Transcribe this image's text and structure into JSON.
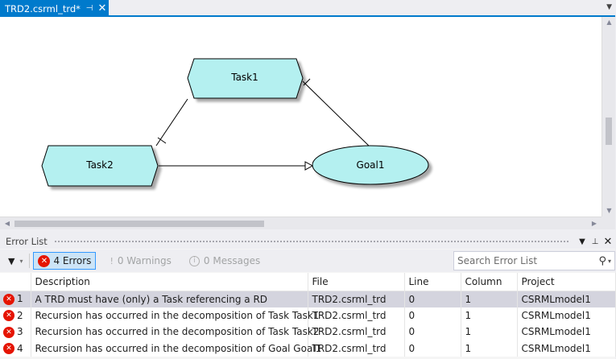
{
  "tab": {
    "title": "TRD2.csrml_trd*",
    "pin_glyph": "⊣",
    "close_glyph": "✕"
  },
  "diagram": {
    "nodes": [
      {
        "id": "task1",
        "shape": "hexagon",
        "label": "Task1"
      },
      {
        "id": "task2",
        "shape": "hexagon",
        "label": "Task2"
      },
      {
        "id": "goal1",
        "shape": "ellipse",
        "label": "Goal1"
      }
    ],
    "node_fill": "#b4f0f0",
    "edges": [
      {
        "from": "task1",
        "to": "task2",
        "style": "decomposition"
      },
      {
        "from": "task1",
        "to": "goal1",
        "style": "decomposition"
      },
      {
        "from": "task2",
        "to": "goal1",
        "style": "reference-arrow"
      }
    ]
  },
  "error_list": {
    "title": "Error List",
    "filters": {
      "errors": "4 Errors",
      "warnings": "0 Warnings",
      "messages": "0 Messages"
    },
    "search_placeholder": "Search Error List",
    "columns": [
      "Description",
      "File",
      "Line",
      "Column",
      "Project"
    ],
    "rows": [
      {
        "num": "1",
        "description": "A TRD must have (only) a Task referencing a RD",
        "file": "TRD2.csrml_trd",
        "line": "0",
        "column": "1",
        "project": "CSRMLmodel1",
        "selected": true
      },
      {
        "num": "2",
        "description": "Recursion has occurred in the decomposition of Task Task1",
        "file": "TRD2.csrml_trd",
        "line": "0",
        "column": "1",
        "project": "CSRMLmodel1"
      },
      {
        "num": "3",
        "description": "Recursion has occurred in the decomposition of Task Task2",
        "file": "TRD2.csrml_trd",
        "line": "0",
        "column": "1",
        "project": "CSRMLmodel1"
      },
      {
        "num": "4",
        "description": "Recursion has occurred in the decomposition of Goal Goal1",
        "file": "TRD2.csrml_trd",
        "line": "0",
        "column": "1",
        "project": "CSRMLmodel1"
      }
    ]
  },
  "colors": {
    "accent": "#007acc",
    "error": "#e51400",
    "selected_row": "#d4d4de"
  }
}
